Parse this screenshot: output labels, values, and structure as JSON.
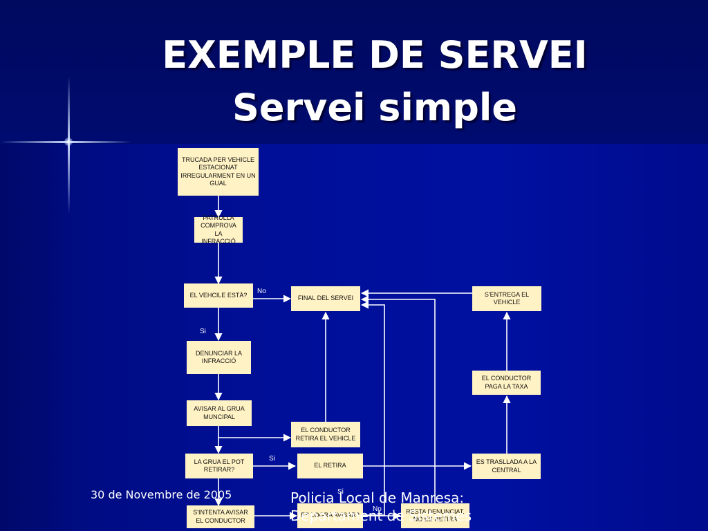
{
  "slide": {
    "title_line1": "EXEMPLE DE SERVEI",
    "title_line2": "Servei simple"
  },
  "flowchart": {
    "boxes": {
      "trucada": "TRUCADA PER VEHICLE ESTACIONAT IRREGULARMENT EN UN GUAL",
      "patrulla": "PATRULLA COMPROVA LA INFRACCIÓ",
      "vehicle_esta": "EL VEHCILE ESTÀ?",
      "final": "FINAL DEL SERVEI",
      "entrega": "S'ENTREGA EL VEHICLE",
      "denunciar": "DENUNCIAR LA INFRACCIÓ",
      "conductor_paga": "EL CONDUCTOR PAGA LA TAXA",
      "avisar_grua": "AVISAR AL GRUA MUNCIPAL",
      "conductor_retira": "EL CONDUCTOR RETIRA EL VEHICLE",
      "grua_pot": "LA GRUA EL POT RETIRAR?",
      "retira": "EL RETIRA",
      "trasllada": "ES TRASLLADA A LA CENTRAL",
      "intenta_avisar": "S'INTENTA AVISAR EL CONDUCTOR",
      "logra_avisar": "ES LOGRA AVISAR?",
      "resta_denunciat": "RESTA DENUNCIAT. NO ES RETIRA"
    },
    "labels": {
      "no_1": "No",
      "si_1": "Si",
      "si_2": "Si",
      "si_3": "Si",
      "no_2": "No"
    }
  },
  "footer": {
    "date": "30 de Novembre de 2005",
    "org": "Policia Local de Manresa:",
    "org_line2": "Departament de Sistemes"
  },
  "colors": {
    "background": "#000f96",
    "box_fill": "#fff2c4",
    "connector": "#ffffff",
    "text": "#ffffff"
  }
}
